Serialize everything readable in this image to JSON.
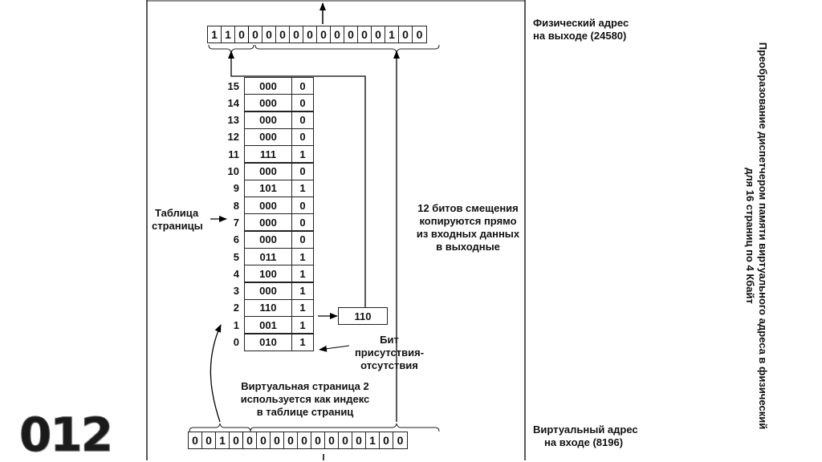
{
  "title": "Преобразование диспетчером памяти виртуального адреса в физический для 16 страниц по 4 Кбайт",
  "title_lines": [
    "Преобразование диспетчером памяти виртуального адреса в физический",
    "для 16 страниц по 4 Кбайт"
  ],
  "slide_number": "012",
  "physical_address": {
    "label_lines": [
      "Физический адрес",
      "на выходе (24580)"
    ],
    "bits": [
      "1",
      "1",
      "0",
      "0",
      "0",
      "0",
      "0",
      "0",
      "0",
      "0",
      "0",
      "0",
      "0",
      "1",
      "0",
      "0"
    ]
  },
  "virtual_address": {
    "label_lines": [
      "Виртуальный адрес",
      "на входе (8196)"
    ],
    "bits": [
      "0",
      "0",
      "1",
      "0",
      "0",
      "0",
      "0",
      "0",
      "0",
      "0",
      "0",
      "0",
      "0",
      "1",
      "0",
      "0"
    ]
  },
  "page_table": {
    "label_lines": [
      "Таблица",
      "страницы"
    ],
    "rows": [
      {
        "index": "15",
        "frame": "000",
        "present": "0"
      },
      {
        "index": "14",
        "frame": "000",
        "present": "0"
      },
      {
        "index": "13",
        "frame": "000",
        "present": "0"
      },
      {
        "index": "12",
        "frame": "000",
        "present": "0"
      },
      {
        "index": "11",
        "frame": "111",
        "present": "1"
      },
      {
        "index": "10",
        "frame": "000",
        "present": "0"
      },
      {
        "index": "9",
        "frame": "101",
        "present": "1"
      },
      {
        "index": "8",
        "frame": "000",
        "present": "0"
      },
      {
        "index": "7",
        "frame": "000",
        "present": "0"
      },
      {
        "index": "6",
        "frame": "000",
        "present": "0"
      },
      {
        "index": "5",
        "frame": "011",
        "present": "1"
      },
      {
        "index": "4",
        "frame": "100",
        "present": "1"
      },
      {
        "index": "3",
        "frame": "000",
        "present": "1"
      },
      {
        "index": "2",
        "frame": "110",
        "present": "1"
      },
      {
        "index": "1",
        "frame": "001",
        "present": "1"
      },
      {
        "index": "0",
        "frame": "010",
        "present": "1"
      }
    ]
  },
  "selected_frame": "110",
  "offset_note_lines": [
    "12 битов смещения",
    "копируются прямо",
    "из входных данных",
    "в выходные"
  ],
  "present_bit_lines": [
    "Бит",
    "присутствия-",
    "отсутствия"
  ],
  "index_note_lines": [
    "Виртуальная страница  2",
    "используется как индекс",
    "в таблице страниц"
  ]
}
